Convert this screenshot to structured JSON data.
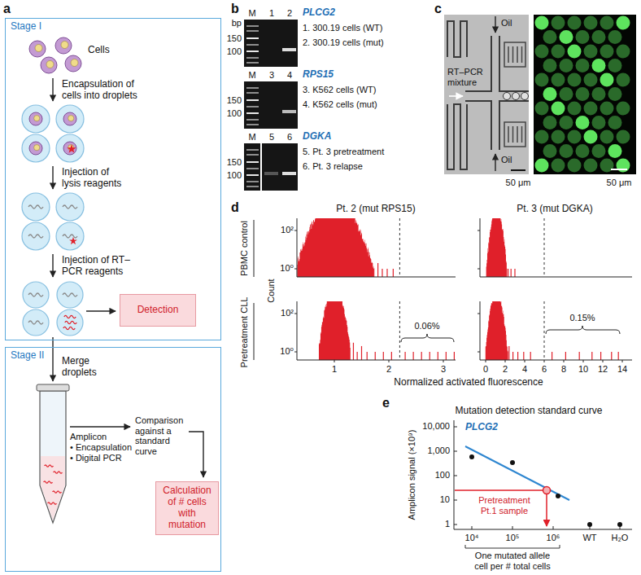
{
  "diagram": {
    "nodes": [
      {
        "text": [
          "Stage I"
        ]
      },
      {
        "text": [
          "Detection"
        ],
        "in": 0
      },
      {
        "text": [
          "Stage II"
        ]
      },
      {
        "text": [
          "Calculation of # cells with mutation"
        ],
        "in": 2
      }
    ],
    "labels": [
      "a",
      "Cells",
      "Encapsulation of cells into droplets",
      "Injection of lysis reagents",
      "Injection of RT–PCR reagents",
      "Merge droplets",
      "Amplicon",
      "• Encapsulation",
      "• Digital PCR",
      "Comparison against a standard curve",
      "b",
      "bp",
      "M",
      "1",
      "2",
      "PLCG2",
      "1. 300.19 cells (WT)",
      "2. 300.19 cells (mut)",
      "150",
      "100",
      "M",
      "3",
      "4",
      "RPS15",
      "3. K562 cells (WT)",
      "4. K562 cells (mut)",
      "150",
      "100",
      "M",
      "5",
      "6",
      "DGKA",
      "5. Pt. 3 pretreatment",
      "6. Pt. 3 relapse",
      "150",
      "100",
      "c",
      "Oil",
      "RT–PCR mixture",
      "Oil",
      "50 μm",
      "50 μm",
      "d",
      "Pt. 2 (mut RPS15)",
      "Pt. 3 (mut DGKA)",
      "PBMC control",
      "Pretreatment CLL",
      "Count",
      "10²",
      "10⁰",
      "10²",
      "10⁰",
      "1",
      "2",
      "3",
      "0",
      "2",
      "4",
      "6",
      "8",
      "10",
      "12",
      "14",
      "0.06%",
      "0.15%",
      "Normalized activated fluorescence",
      "e",
      "Mutation detection standard curve",
      "PLCG2",
      "Amplicon signal (×10⁹)",
      "10,000",
      "1,000",
      "100",
      "10",
      "1",
      "10⁴",
      "10⁵",
      "10⁶",
      "WT",
      "H₂O",
      "Pretreatment Pt.1 sample",
      "One mutated allele cell per # total cells"
    ]
  }
}
